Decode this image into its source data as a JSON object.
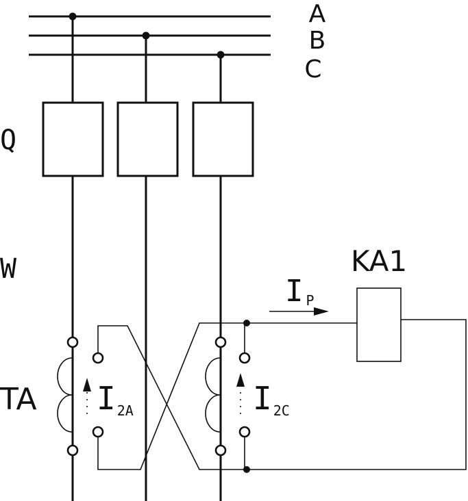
{
  "buses": [
    "A",
    "B",
    "C"
  ],
  "labels": {
    "breaker": "Q",
    "line": "W",
    "transformers": "TA",
    "relay": "KA1"
  },
  "currents": {
    "relay_current": {
      "symbol": "I",
      "subscript": "P"
    },
    "phase_a_secondary": {
      "symbol": "I",
      "subscript": "2A"
    },
    "phase_c_secondary": {
      "symbol": "I",
      "subscript": "2C"
    }
  }
}
